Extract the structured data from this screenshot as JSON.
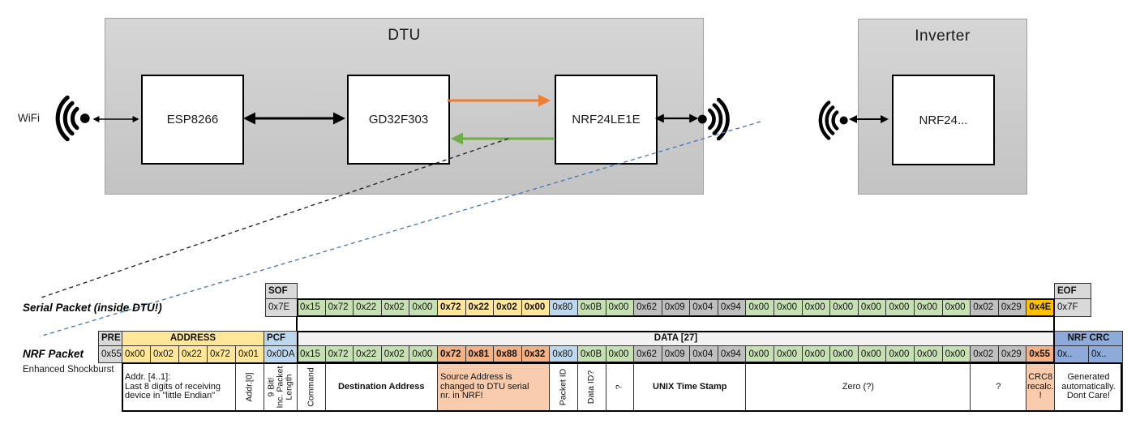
{
  "diagram": {
    "wifi_label": "WiFi",
    "dtu": {
      "title": "DTU",
      "chips": [
        "ESP8266",
        "GD32F303",
        "NRF24LE1E"
      ]
    },
    "inverter": {
      "title": "Inverter",
      "chip": "NRF24..."
    }
  },
  "colors": {
    "cell_green": "#C6E0B4",
    "cell_yellow": "#FFE699",
    "cell_blue": "#BDD7EE",
    "cell_crc_blue": "#8EAADB",
    "cell_gray_light": "#D9D9D9",
    "cell_gray_mid": "#BFBFBF",
    "cell_gold": "#FFC000",
    "cell_salmon": "#F4B183",
    "cell_salmon_light": "#F8CBAD",
    "data_header_bg": "#F2F2F2",
    "orange_arrow": "#ED7D31",
    "green_arrow": "#70AD47",
    "blue_dash": "#4472C4"
  },
  "serial_packet": {
    "label": "Serial Packet (inside DTU!)",
    "sof_header": "SOF",
    "sof_value": "0x7E",
    "eof_header": "EOF",
    "eof_value": "0x7F",
    "bytes": [
      {
        "v": "0x15",
        "c": "green"
      },
      {
        "v": "0x72",
        "c": "green"
      },
      {
        "v": "0x22",
        "c": "green"
      },
      {
        "v": "0x02",
        "c": "green"
      },
      {
        "v": "0x00",
        "c": "green"
      },
      {
        "v": "0x72",
        "c": "yellow",
        "b": true
      },
      {
        "v": "0x22",
        "c": "yellow",
        "b": true
      },
      {
        "v": "0x02",
        "c": "yellow",
        "b": true
      },
      {
        "v": "0x00",
        "c": "yellow",
        "b": true
      },
      {
        "v": "0x80",
        "c": "blue"
      },
      {
        "v": "0x0B",
        "c": "green"
      },
      {
        "v": "0x00",
        "c": "green"
      },
      {
        "v": "0x62",
        "c": "gray"
      },
      {
        "v": "0x09",
        "c": "gray"
      },
      {
        "v": "0x04",
        "c": "gray"
      },
      {
        "v": "0x94",
        "c": "gray"
      },
      {
        "v": "0x00",
        "c": "green"
      },
      {
        "v": "0x00",
        "c": "green"
      },
      {
        "v": "0x00",
        "c": "green"
      },
      {
        "v": "0x00",
        "c": "green"
      },
      {
        "v": "0x00",
        "c": "green"
      },
      {
        "v": "0x00",
        "c": "green"
      },
      {
        "v": "0x00",
        "c": "green"
      },
      {
        "v": "0x00",
        "c": "green"
      },
      {
        "v": "0x02",
        "c": "gray"
      },
      {
        "v": "0x29",
        "c": "gray"
      },
      {
        "v": "0x4E",
        "c": "gold",
        "b": true
      }
    ]
  },
  "nrf_packet": {
    "label": "NRF Packet",
    "sublabel": "Enhanced Shockburst",
    "pre_header": "PRE",
    "pre_value": "0x55",
    "address_header": "ADDRESS",
    "address_values": [
      "0x00",
      "0x02",
      "0x22",
      "0x72",
      "0x01"
    ],
    "pcf_header": "PCF",
    "pcf_value": "0x0DA",
    "data_header": "DATA [27]",
    "crc_header": "NRF CRC",
    "crc_values": [
      "0x..",
      "0x.."
    ],
    "bytes": [
      {
        "v": "0x15",
        "c": "green"
      },
      {
        "v": "0x72",
        "c": "green"
      },
      {
        "v": "0x22",
        "c": "green"
      },
      {
        "v": "0x02",
        "c": "green"
      },
      {
        "v": "0x00",
        "c": "green"
      },
      {
        "v": "0x72",
        "c": "salmon",
        "b": true
      },
      {
        "v": "0x81",
        "c": "salmon",
        "b": true
      },
      {
        "v": "0x88",
        "c": "salmon",
        "b": true
      },
      {
        "v": "0x32",
        "c": "salmon",
        "b": true
      },
      {
        "v": "0x80",
        "c": "blue"
      },
      {
        "v": "0x0B",
        "c": "green"
      },
      {
        "v": "0x00",
        "c": "green"
      },
      {
        "v": "0x62",
        "c": "gray"
      },
      {
        "v": "0x09",
        "c": "gray"
      },
      {
        "v": "0x04",
        "c": "gray"
      },
      {
        "v": "0x94",
        "c": "gray"
      },
      {
        "v": "0x00",
        "c": "green"
      },
      {
        "v": "0x00",
        "c": "green"
      },
      {
        "v": "0x00",
        "c": "green"
      },
      {
        "v": "0x00",
        "c": "green"
      },
      {
        "v": "0x00",
        "c": "green"
      },
      {
        "v": "0x00",
        "c": "green"
      },
      {
        "v": "0x00",
        "c": "green"
      },
      {
        "v": "0x00",
        "c": "green"
      },
      {
        "v": "0x02",
        "c": "gray"
      },
      {
        "v": "0x29",
        "c": "gray"
      },
      {
        "v": "0x55",
        "c": "salmon",
        "b": true
      }
    ]
  },
  "annotations": [
    {
      "text": "Addr. [4..1]:\nLast 8 digits of receiving\ndevice in \"little Endian\"",
      "start": 1,
      "span": 4,
      "align": "left"
    },
    {
      "text": "Addr.[0]",
      "start": 5,
      "span": 1,
      "rotated": true
    },
    {
      "text": "9 Bit!\nInc. Packet\nLength",
      "start": 6,
      "span": 1,
      "rotated": true
    },
    {
      "text": "Command",
      "start": 7,
      "span": 1,
      "rotated": true
    },
    {
      "text": "Destination Address",
      "start": 8,
      "span": 4,
      "semibold": true
    },
    {
      "text": "Source Address is\nchanged to DTU serial\nnr. in NRF!",
      "start": 12,
      "span": 4,
      "bg": "salmon_light",
      "align": "left"
    },
    {
      "text": "Packet ID",
      "start": 16,
      "span": 1,
      "rotated": true
    },
    {
      "text": "Data ID?",
      "start": 17,
      "span": 1,
      "rotated": true
    },
    {
      "text": "?",
      "start": 18,
      "span": 1,
      "rotated": true
    },
    {
      "text": "UNIX Time Stamp",
      "start": 19,
      "span": 4,
      "semibold": true
    },
    {
      "text": "Zero (?)",
      "start": 23,
      "span": 8
    },
    {
      "text": "?",
      "start": 31,
      "span": 2
    },
    {
      "text": "CRC8\nrecalc.\n!",
      "start": 33,
      "span": 1,
      "bg": "salmon_light"
    },
    {
      "text": "Generated\nautomatically.\nDont Care!",
      "start": 34,
      "span": 2
    }
  ]
}
